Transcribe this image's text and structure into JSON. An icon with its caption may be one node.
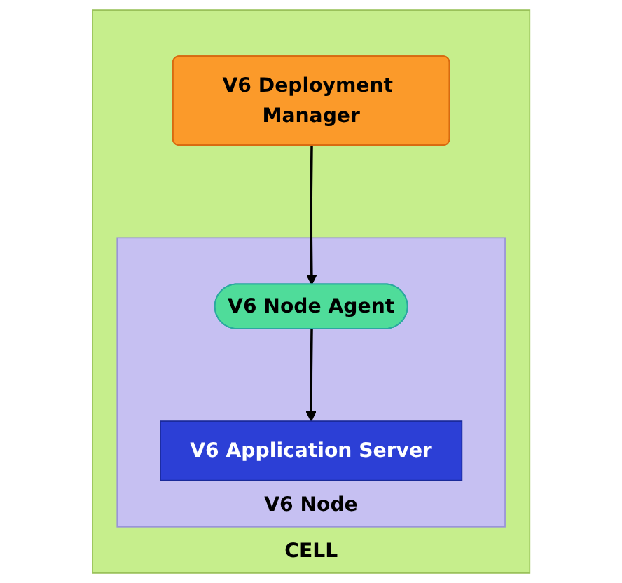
{
  "diagram": {
    "nodes": [
      {
        "text": [
          "CELL"
        ]
      },
      {
        "text": [
          "V6 Deployment Manager"
        ],
        "in": 0
      },
      {
        "text": [
          "V6 Node"
        ],
        "in": 0
      },
      {
        "text": [
          "V6 Node Agent"
        ],
        "in": 2
      },
      {
        "text": [
          "V6 Application Server"
        ],
        "in": 2
      }
    ],
    "edges": [
      {
        "from": 1,
        "to": 3,
        "arrow": "to"
      },
      {
        "from": 3,
        "to": 4,
        "arrow": "to"
      }
    ]
  }
}
